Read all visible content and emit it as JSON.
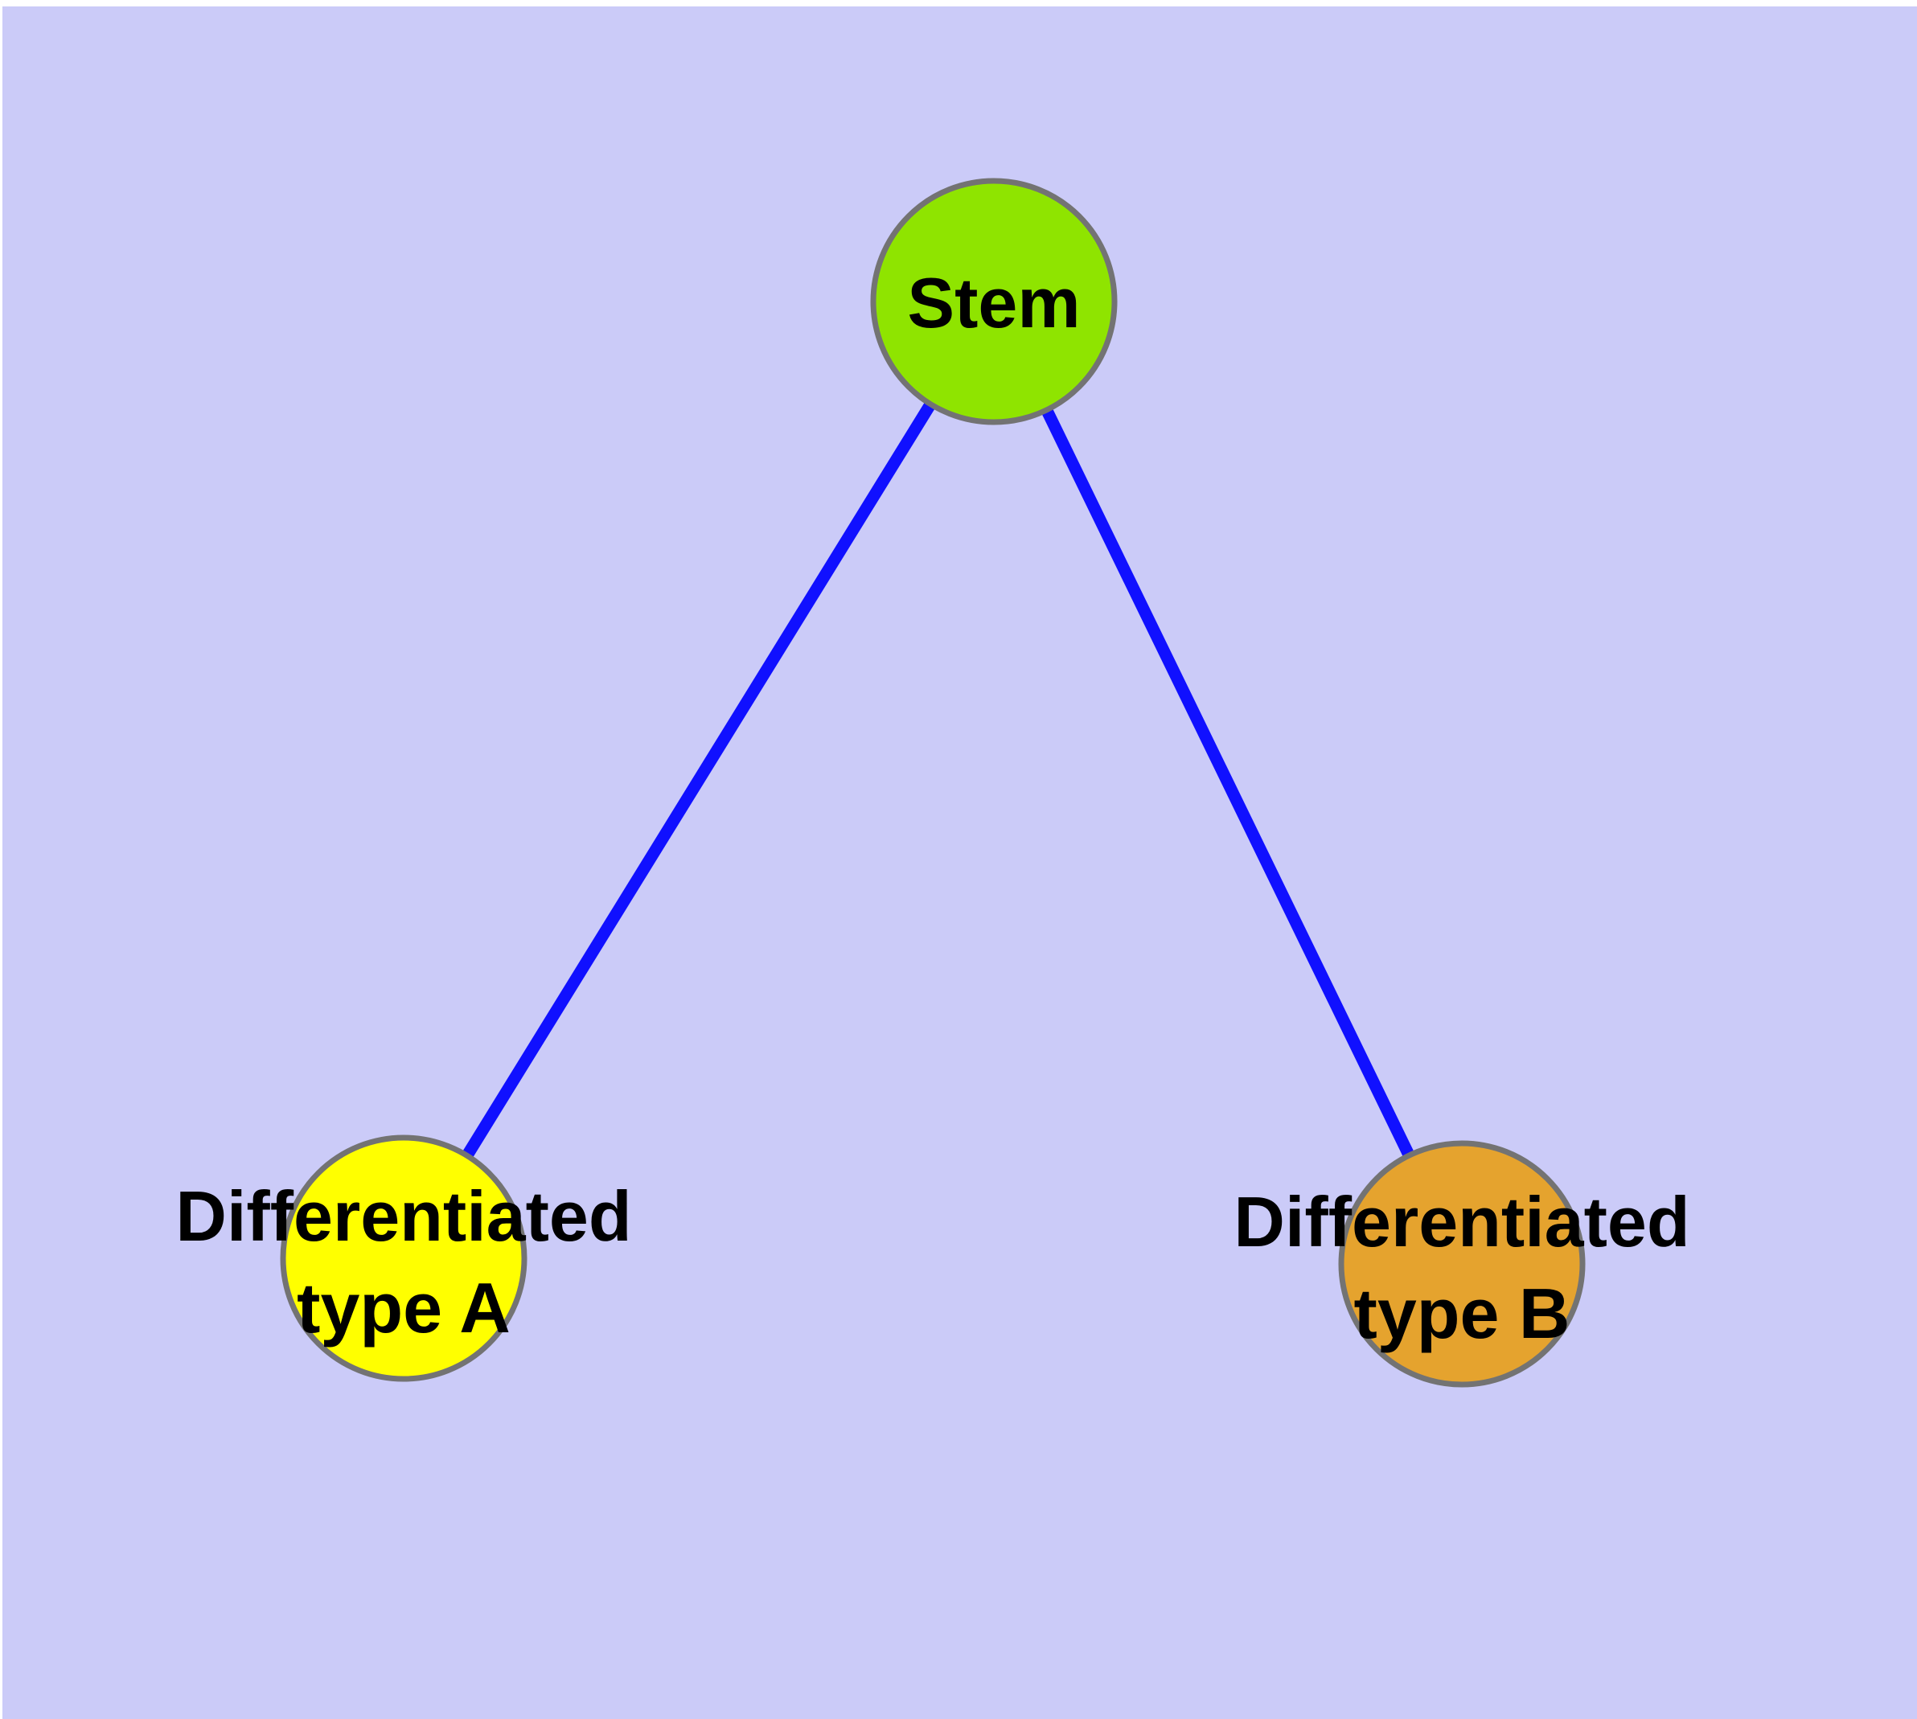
{
  "diagram": {
    "type": "node-link-graph",
    "colors": {
      "background": "#CBCBF8",
      "page_margin": "#FFFFFF",
      "edge": "#1010FF",
      "node_border": "#737373",
      "label_text": "#000000",
      "stem_fill": "#8FE400",
      "type_a_fill": "#FFFF00",
      "type_b_fill": "#E5A32E"
    },
    "nodes": [
      {
        "id": "stem",
        "label": "Stem",
        "line1": "Stem",
        "fill": "#8FE400"
      },
      {
        "id": "type_a",
        "label": "Differentiated type A",
        "line1": "Differentiated",
        "line2": "type A",
        "fill": "#FFFF00"
      },
      {
        "id": "type_b",
        "label": "Differentiated type B",
        "line1": "Differentiated",
        "line2": "type B",
        "fill": "#E5A32E"
      }
    ],
    "edges": [
      {
        "from": "Stem",
        "to": "Differentiated type A"
      },
      {
        "from": "Stem",
        "to": "Differentiated type B"
      }
    ]
  }
}
